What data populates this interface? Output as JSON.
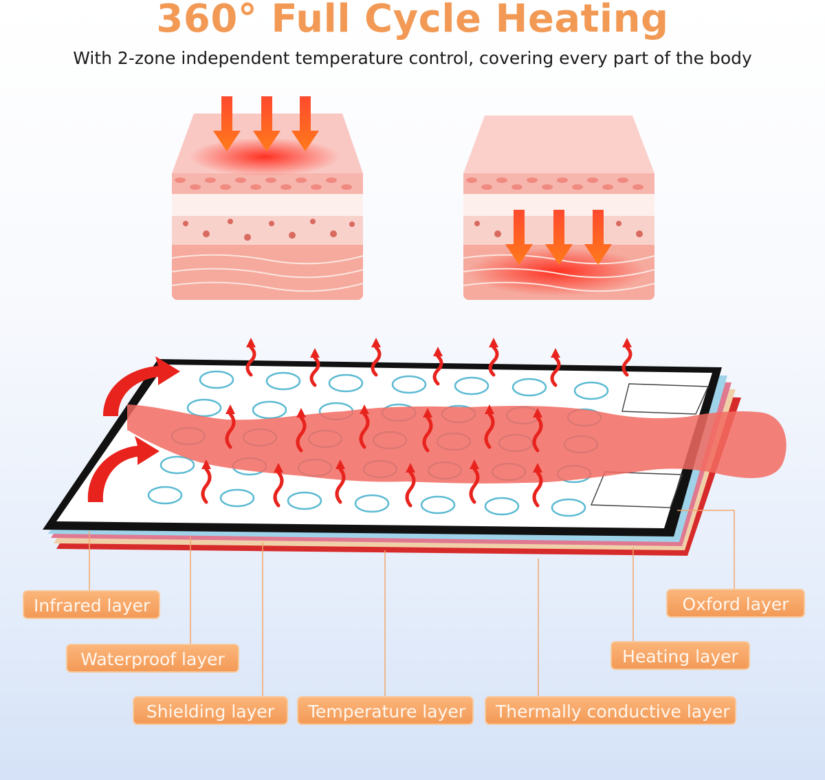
{
  "title": "360° Full Cycle Heating",
  "subtitle": "With 2-zone independent temperature control, covering every part of the body",
  "layers": {
    "infrared": "Infrared layer",
    "waterproof": "Waterproof layer",
    "shielding": "Shielding layer",
    "temperature": "Temperature layer",
    "thermally_conductive": "Thermally conductive layer",
    "heating": "Heating layer",
    "oxford": "Oxford layer"
  },
  "colors": {
    "accent": "#f29a55",
    "label_fill": "#f5a466",
    "heat_arrow": "#e8231d",
    "body": "#f26b62",
    "coil": "#5cbad3"
  }
}
